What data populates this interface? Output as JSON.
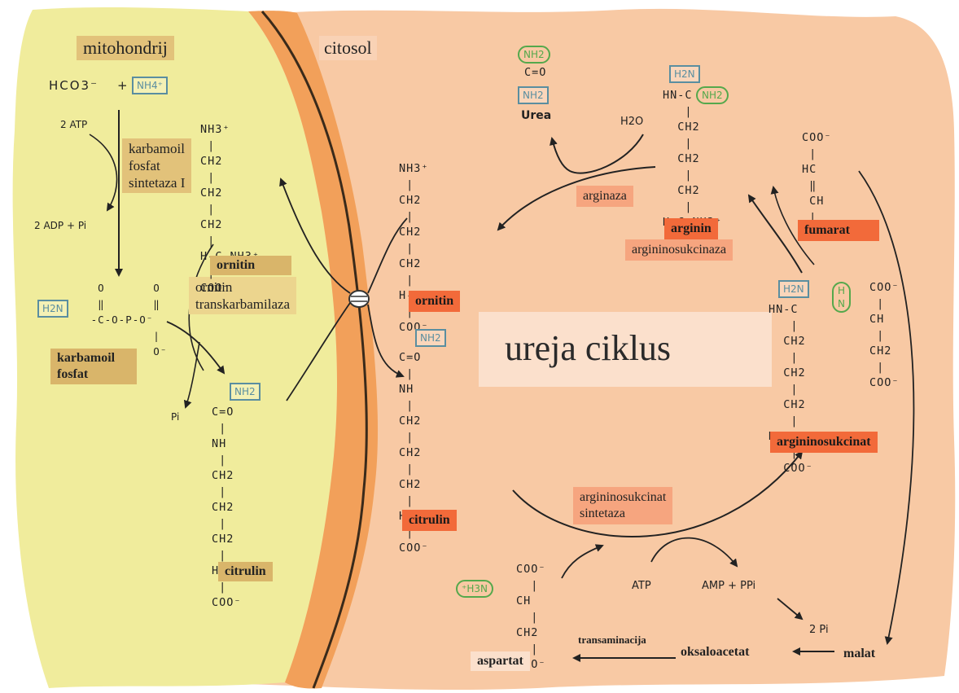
{
  "compartments": {
    "mitochondrion": "mitohondrij",
    "cytosol": "citosol"
  },
  "title": "ureja ciklus",
  "enzymes": {
    "cps1": "karbamoil\nfosfat\nsintetaza I",
    "otc": "ornitin\ntranskarbamilaza",
    "arginase": "arginaza",
    "argininosuccinase": "argininosukcinaza",
    "argininosuccinate_synthetase": "argininosukcinat\nsintetaza",
    "transamination": "transaminacija"
  },
  "metabolites": {
    "carbamoyl_phosphate": "karbamoil\nfosfat",
    "ornithin_mito": "ornitin",
    "citrullin_mito": "citrulin",
    "ornithin_cyto": "ornitin",
    "citrullin_cyto": "citrulin",
    "arginine": "arginin",
    "fumarate": "fumarat",
    "argininosuccinate": "argininosukcinat",
    "urea": "Urea",
    "aspartate": "aspartat",
    "oxaloacetate": "oksaloacetat",
    "malate": "malat"
  },
  "small_labels": {
    "hco3": "HCO3⁻",
    "plus": "+",
    "nh4": "NH4⁺",
    "atp2": "2 ATP",
    "adp2": "2 ADP + Pi",
    "pi": "Pi",
    "h2o": "H2O",
    "atp": "ATP",
    "amp": "AMP  +  PPi",
    "pi2": "2 Pi"
  },
  "structures": {
    "ornitin_mito": "NH3⁺\n |\nCH2\n |\nCH2\n |\nCH2\n |\nH-C-NH3⁺\n |\nCOO⁻",
    "carbamoyl_phosphate": "    O       O\n    ‖       ‖\n   -C-O-P-O⁻\n            |\n            O⁻",
    "citrulin_mito": "C=O\n |\nNH\n |\nCH2\n |\nCH2\n |\nCH2\n |\nH-C-NH3⁺\n |\nCOO⁻",
    "ornitin_cyto": "NH3⁺\n |\nCH2\n |\nCH2\n |\nCH2\n |\nH-C-NH3⁺\n |\nCOO⁻",
    "citrulin_cyto": "C=O\n |\nNH\n |\nCH2\n |\nCH2\n |\nCH2\n |\nH-C-NH3⁺\n |\nCOO⁻",
    "arginin": "HN-C\n   |\n  CH2\n   |\n  CH2\n   |\n  CH2\n   |\nH-C-NH3⁺\n   |\n  COO⁻",
    "fumarat": "COO⁻\n |\nHC\n ‖\n CH\n |\nCOO⁻",
    "argininosukcinat": "HN-C\n   |\n  CH2\n   |\n  CH2\n   |\n  CH2\n   |\nH-C-NH3⁺\n   |\n  COO⁻",
    "argininosukcinat_right": "COO⁻\n |\nCH\n |\nCH2\n |\nCOO⁻",
    "aspartat": "COO⁻\n  |\nCH\n  |\nCH2\n  |\nCOO⁻",
    "urea": "C=O"
  },
  "groups": {
    "nh2": "NH2",
    "h2n": "H2N",
    "nh2_green": "NH2",
    "h2n_arg": "H2N",
    "h_n": "H\nN",
    "h3n": "⁺H3N"
  },
  "colors": {
    "mito_fill": "#f0ec9c",
    "cyto_fill": "#f8c9a4",
    "membrane": "#f2a05a",
    "membrane_line": "#3a2a1a",
    "red_box": "#f26a3a",
    "salmon_box": "#f6a57f",
    "tan_box": "#e2c27a"
  }
}
